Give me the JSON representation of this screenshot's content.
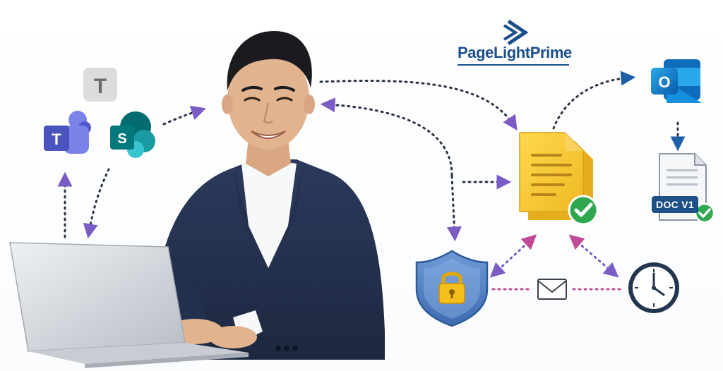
{
  "brand": {
    "name": "PageLightPrime"
  },
  "document_version": {
    "label": "DOC V1"
  },
  "icons": {
    "teams": "teams-icon",
    "sharepoint": "sharepoint-icon",
    "generic_t": "t-app-icon",
    "outlook": "outlook-icon",
    "document": "document-icon",
    "security": "security-shield-icon",
    "email": "envelope-icon",
    "clock": "clock-icon"
  },
  "glyphs": {
    "generic_t_letter": "T",
    "teams_letter": "T",
    "sharepoint_letter": "S",
    "outlook_letter": "O"
  },
  "colors": {
    "brand_blue": "#1c4f8c",
    "flow_dark": "#2a3446",
    "flow_purple": "#7a5cc4",
    "flow_pink": "#c04c98",
    "document_yellow": "#f2c733",
    "check_green": "#2fa84f",
    "teams_purple": "#5558af",
    "sharepoint_teal": "#038387",
    "outlook_blue": "#0f6cbd",
    "shield_blue": "#4a7fc1"
  }
}
